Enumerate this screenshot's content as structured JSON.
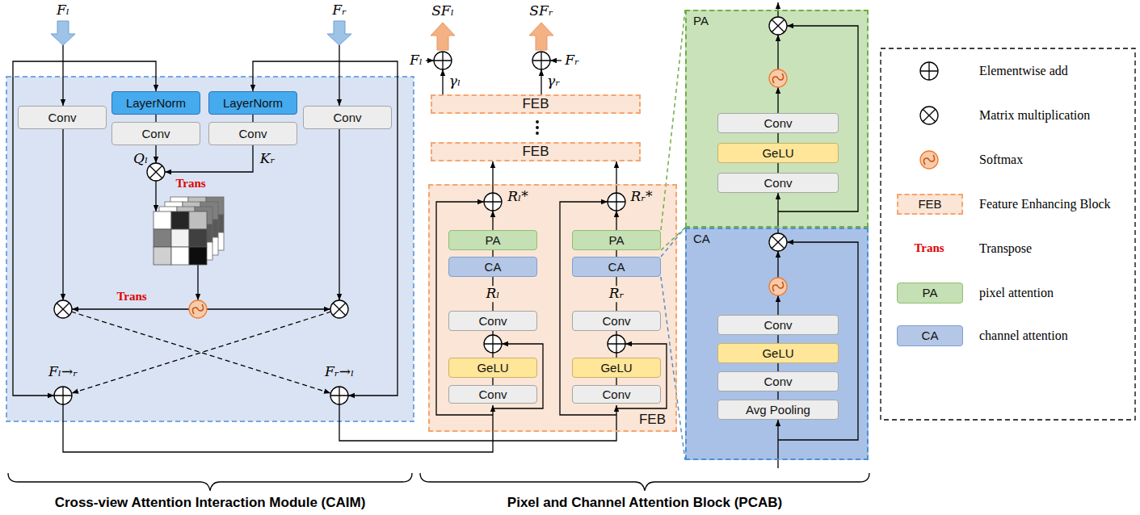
{
  "diagram": {
    "nodes": [
      {
        "text": [
          "Conv"
        ]
      },
      {
        "text": [
          "LayerNorm"
        ]
      },
      {
        "text": [
          "LayerNorm"
        ]
      },
      {
        "text": [
          "Conv"
        ]
      },
      {
        "text": [
          "Conv"
        ]
      },
      {
        "text": [
          "Conv"
        ]
      },
      {
        "text": [
          "FEB"
        ]
      },
      {
        "text": [
          "FEB"
        ]
      },
      {
        "text": [
          "FEB"
        ]
      },
      {
        "text": [
          "PA"
        ],
        "in": 8
      },
      {
        "text": [
          "PA"
        ],
        "in": 8
      },
      {
        "text": [
          "CA"
        ],
        "in": 8
      },
      {
        "text": [
          "CA"
        ],
        "in": 8
      },
      {
        "text": [
          "Conv"
        ],
        "in": 8
      },
      {
        "text": [
          "Conv"
        ],
        "in": 8
      },
      {
        "text": [
          "GeLU"
        ],
        "in": 8
      },
      {
        "text": [
          "GeLU"
        ],
        "in": 8
      },
      {
        "text": [
          "Conv"
        ],
        "in": 8
      },
      {
        "text": [
          "Conv"
        ],
        "in": 8
      },
      {
        "text": [
          "PA"
        ]
      },
      {
        "text": [
          "Conv"
        ],
        "in": 19
      },
      {
        "text": [
          "GeLU"
        ],
        "in": 19
      },
      {
        "text": [
          "Conv"
        ],
        "in": 19
      },
      {
        "text": [
          "CA"
        ]
      },
      {
        "text": [
          "Conv"
        ],
        "in": 23
      },
      {
        "text": [
          "GeLU"
        ],
        "in": 23
      },
      {
        "text": [
          "Conv"
        ],
        "in": 23
      },
      {
        "text": [
          "Avg Pooling"
        ],
        "in": 23
      },
      {
        "text": [
          "FEB"
        ]
      },
      {
        "text": [
          "PA"
        ]
      },
      {
        "text": [
          "CA"
        ]
      }
    ],
    "edges": [
      {
        "from": 1,
        "to": 4,
        "arrow": "none"
      },
      {
        "from": 2,
        "to": 5,
        "arrow": "none"
      },
      {
        "from": 17,
        "to": 15,
        "arrow": "none"
      },
      {
        "from": 18,
        "to": 16,
        "arrow": "none"
      },
      {
        "from": 13,
        "to": 11,
        "label": "Rₗ",
        "arrow": "none"
      },
      {
        "from": 14,
        "to": 12,
        "label": "Rᵣ",
        "arrow": "none"
      },
      {
        "from": 11,
        "to": 9,
        "arrow": "none"
      },
      {
        "from": 12,
        "to": 10,
        "arrow": "none"
      },
      {
        "from": 22,
        "to": 21,
        "arrow": "none"
      },
      {
        "from": 21,
        "to": 20,
        "arrow": "none"
      },
      {
        "from": 27,
        "to": 26,
        "arrow": "none"
      },
      {
        "from": 26,
        "to": 25,
        "arrow": "none"
      },
      {
        "from": 25,
        "to": 24,
        "arrow": "none"
      }
    ],
    "labels": [
      "Fₗ",
      "Fᵣ",
      "Qₗ",
      "Kᵣ",
      "Trans",
      "Trans",
      "Fₗ→ᵣ",
      "Fᵣ→ₗ",
      "SFₗ",
      "SFᵣ",
      "Fₗ",
      "γₗ",
      "Fᵣ",
      "γᵣ",
      "Rₗ*",
      "Rᵣ*",
      "Trans",
      "Cross-view Attention Interaction Module (CAIM)",
      "Pixel and Channel Attention Block (PCAB)"
    ],
    "legend": [
      {
        "text": "Elementwise add"
      },
      {
        "text": "Matrix multiplication"
      },
      {
        "text": "Softmax"
      },
      {
        "text": "Feature Enhancing Block"
      },
      {
        "text": "Transpose"
      },
      {
        "text": "pixel attention"
      },
      {
        "text": "channel attention"
      }
    ]
  }
}
